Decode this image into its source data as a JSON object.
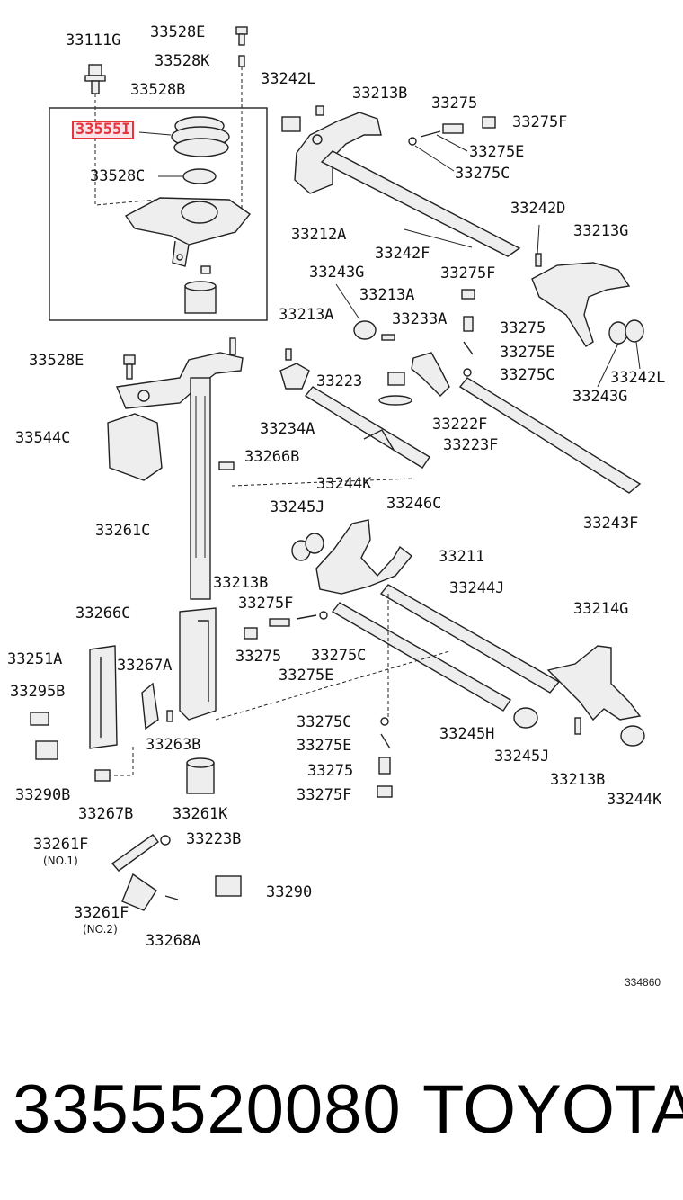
{
  "diagram": {
    "highlight_color": "#e5333f",
    "labels": {
      "l33111G": "33111G",
      "l33528E_top": "33528E",
      "l33528K": "33528K",
      "l33528B": "33528B",
      "l33555I": "33555I",
      "l33528C": "33528C",
      "l33242L_top": "33242L",
      "l33213B_top": "33213B",
      "l33275_top": "33275",
      "l33275F_top": "33275F",
      "l33275E_top": "33275E",
      "l33275C_top": "33275C",
      "l33212A": "33212A",
      "l33242F": "33242F",
      "l33242D": "33242D",
      "l33213G": "33213G",
      "l33243G_top": "33243G",
      "l33275F_mid": "33275F",
      "l33213A_1": "33213A",
      "l33213A_2": "33213A",
      "l33233A": "33233A",
      "l33275_mid": "33275",
      "l33275E_mid": "33275E",
      "l33275C_mid": "33275C",
      "l33242L_mid": "33242L",
      "l33243G_mid": "33243G",
      "l33528E_mid": "33528E",
      "l33223": "33223",
      "l33222F": "33222F",
      "l33223F": "33223F",
      "l33544C": "33544C",
      "l33234A": "33234A",
      "l33266B": "33266B",
      "l33244K_mid": "33244K",
      "l33246C": "33246C",
      "l33245J_mid": "33245J",
      "l33243F": "33243F",
      "l33261C": "33261C",
      "l33211": "33211",
      "l33213B_mid": "33213B",
      "l33244J": "33244J",
      "l33266C": "33266C",
      "l33275F_low": "33275F",
      "l33214G": "33214G",
      "l33251A": "33251A",
      "l33267A": "33267A",
      "l33275_low": "33275",
      "l33275C_low": "33275C",
      "l33295B": "33295B",
      "l33275E_low": "33275E",
      "l33275C_col": "33275C",
      "l33245H": "33245H",
      "l33263B": "33263B",
      "l33275E_col": "33275E",
      "l33245J_low": "33245J",
      "l33290B": "33290B",
      "l33275_col": "33275",
      "l33213B_low": "33213B",
      "l33267B": "33267B",
      "l33261K": "33261K",
      "l33275F_col": "33275F",
      "l33244K_low": "33244K",
      "l33261F_1": "33261F",
      "l33223B": "33223B",
      "l33290": "33290",
      "l33261F_2": "33261F",
      "l33268A": "33268A"
    },
    "notes": {
      "no1": "(NO.1)",
      "no2": "(NO.2)"
    },
    "reference_code": "334860"
  },
  "footer": {
    "part_number": "3355520080",
    "brand": "TOYOTA"
  }
}
